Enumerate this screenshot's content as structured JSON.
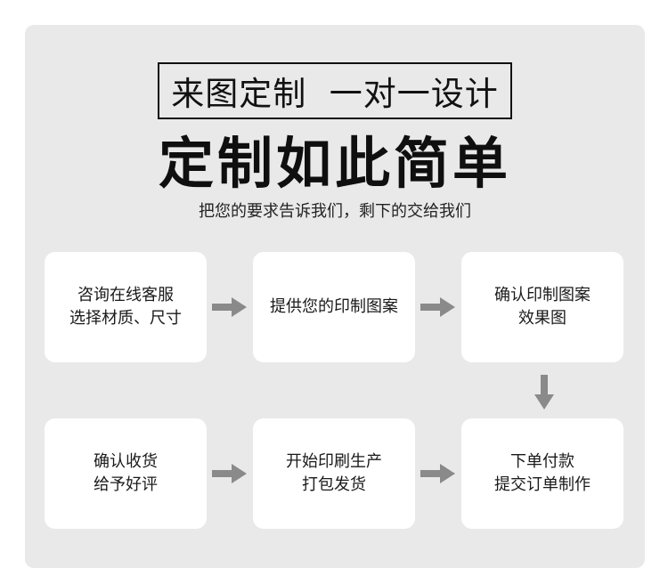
{
  "header": {
    "tag": "来图定制  一对一设计",
    "headline": "定制如此简单",
    "subline": "把您的要求告诉我们，剩下的交给我们"
  },
  "steps": [
    {
      "line1": "咨询在线客服",
      "line2": "选择材质、尺寸"
    },
    {
      "line1": "提供您的印制图案",
      "line2": ""
    },
    {
      "line1": "确认印制图案",
      "line2": "效果图"
    },
    {
      "line1": "确认收货",
      "line2": "给予好评"
    },
    {
      "line1": "开始印刷生产",
      "line2": "打包发货"
    },
    {
      "line1": "下单付款",
      "line2": "提交订单制作"
    }
  ],
  "icons": {
    "arrow": "arrow-right-icon",
    "arrow_down": "arrow-down-icon"
  },
  "colors": {
    "panel_bg": "#e9e9e9",
    "card_bg": "#ffffff",
    "arrow": "#8a8a8a",
    "text": "#1a1a1a"
  }
}
